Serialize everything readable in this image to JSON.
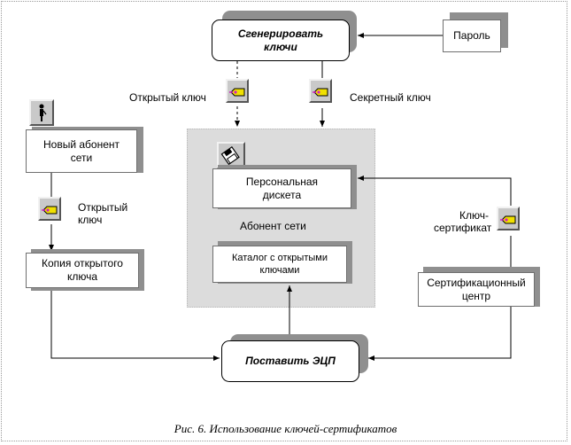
{
  "diagram": {
    "generate_keys": "Сгенерировать ключи",
    "password": "Пароль",
    "public_key_top": "Открытый ключ",
    "secret_key": "Секретный ключ",
    "new_subscriber": "Новый абонент сети",
    "public_key_left": "Открытый ключ",
    "personal_diskette": "Персональная дискета",
    "subscriber": "Абонент сети",
    "catalog": "Каталог с открытыми ключами",
    "key_certificate": "Ключ-сертификат",
    "public_key_copy": "Копия открытого ключа",
    "certification_center": "Сертификационный центр",
    "sign": "Поставить ЭЦП",
    "caption": "Рис. 6. Использование ключей-сертификатов"
  },
  "icons": {
    "key_tag": "key-tag-icon",
    "person": "person-icon",
    "diskette": "diskette-icon"
  },
  "colors": {
    "panel": "#dcdcdc",
    "shadow": "#8f8f8f",
    "tag_fill": "#f0e000",
    "tag_dot": "#d020c0"
  }
}
